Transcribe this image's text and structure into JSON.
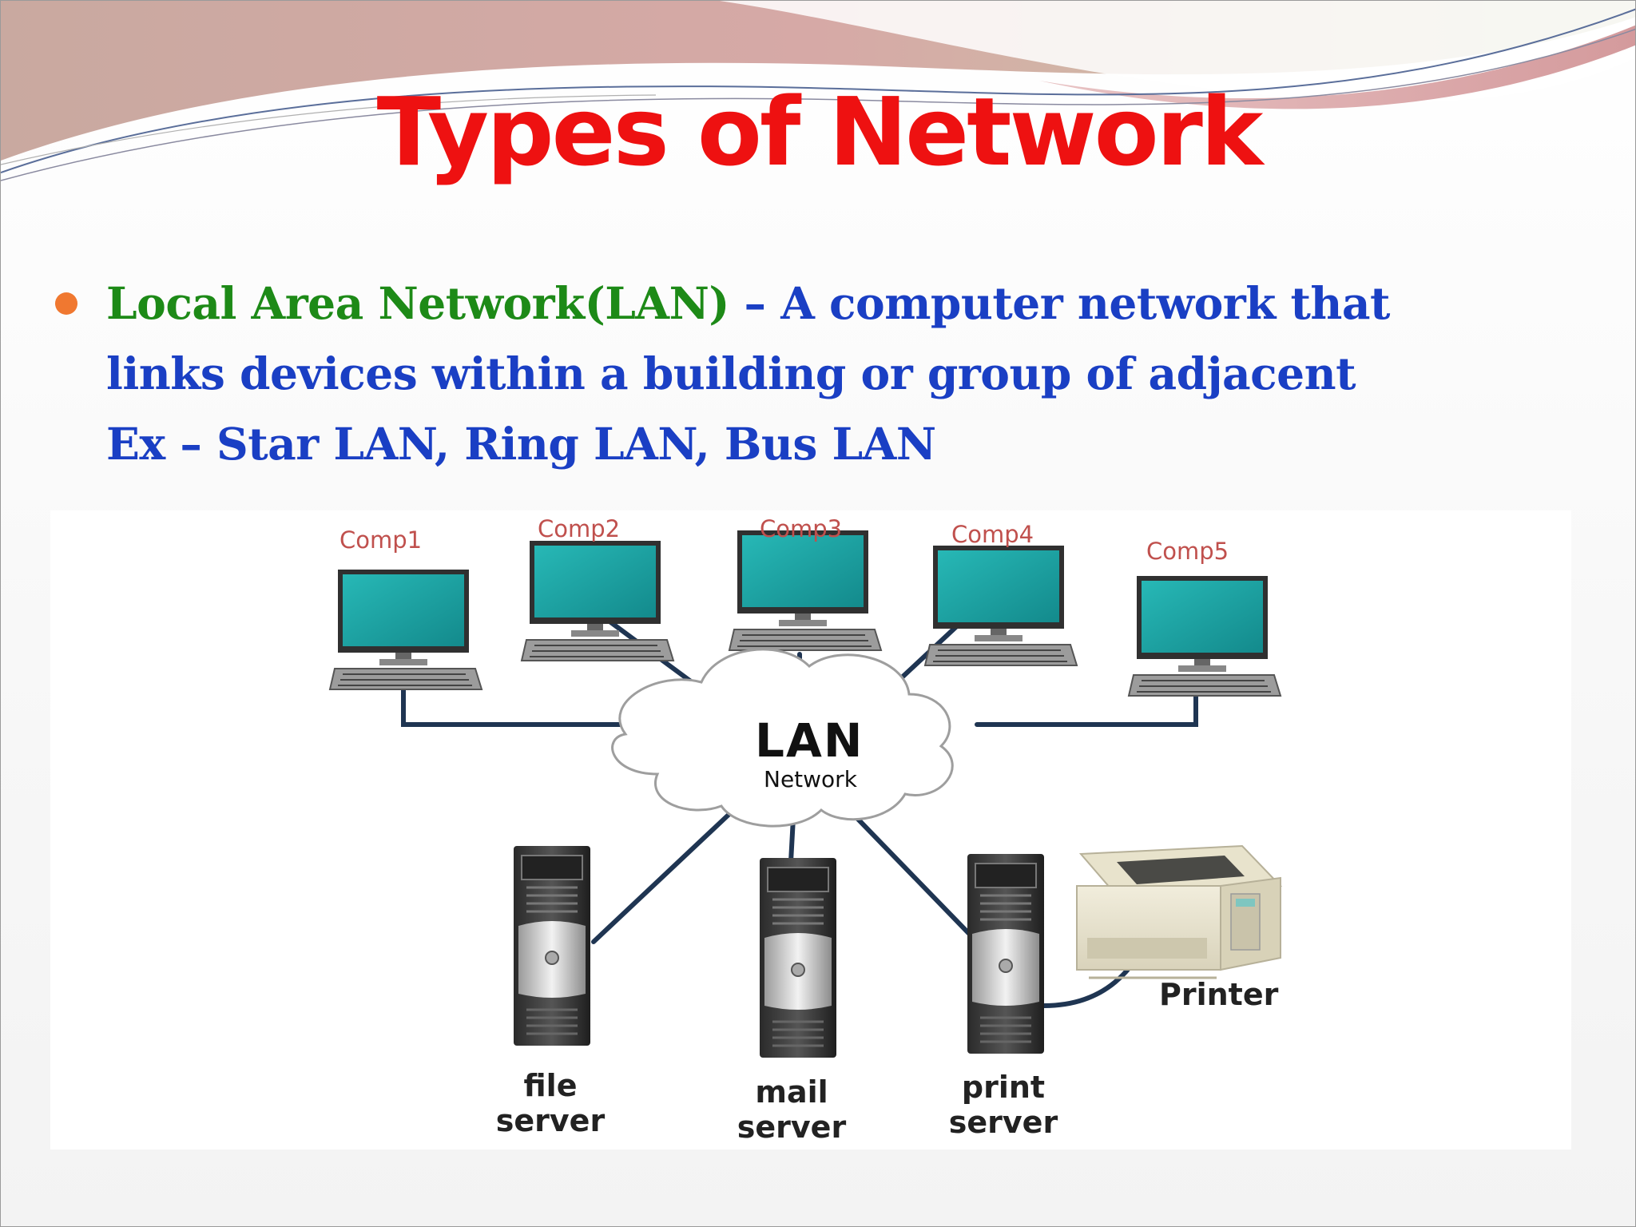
{
  "slide": {
    "title": "Types of Network",
    "bullet": {
      "term": "Local Area Network(LAN)",
      "line1_rest": " – A computer network that",
      "line2": "links devices within a building or group of adjacent",
      "line3": "Ex – Star LAN, Ring LAN, Bus LAN"
    }
  },
  "diagram": {
    "computers": [
      "Comp1",
      "Comp2",
      "Comp3",
      "Comp4",
      "Comp5"
    ],
    "hub": {
      "title": "LAN",
      "subtitle": "Network"
    },
    "servers": [
      {
        "line1": "file",
        "line2": "server"
      },
      {
        "line1": "mail",
        "line2": "server"
      },
      {
        "line1": "print",
        "line2": "server"
      }
    ],
    "printer": "Printer"
  },
  "colors": {
    "title": "#ee1111",
    "term": "#1d8a17",
    "description": "#1a3fc4",
    "bullet": "#f07830",
    "computer_label": "#c0504d",
    "screen": "#1fa9a8"
  },
  "icons": [
    "desktop-computer-icon",
    "cloud-icon",
    "server-tower-icon",
    "printer-icon"
  ]
}
